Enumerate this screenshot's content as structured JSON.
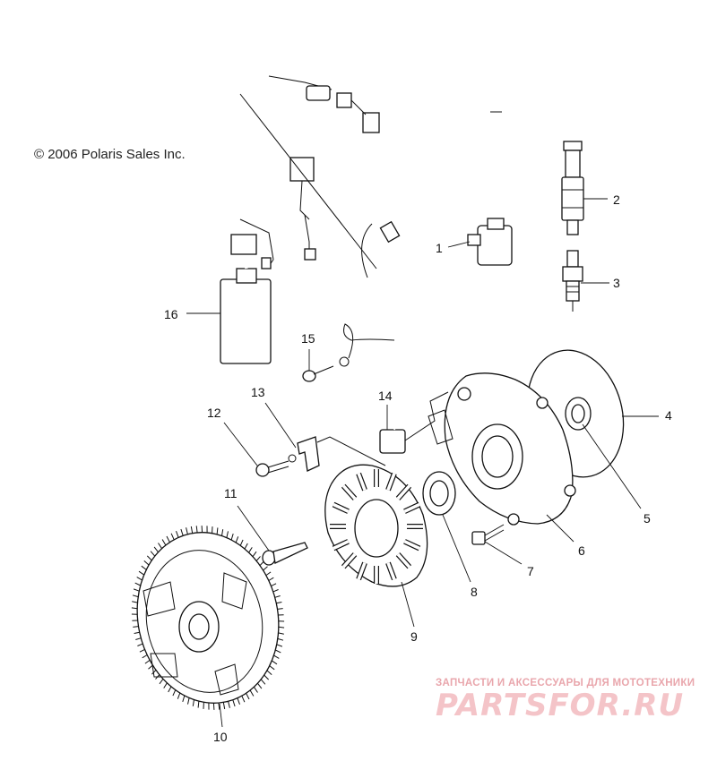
{
  "copyright": "© 2006 Polaris Sales Inc.",
  "callouts": {
    "c1": "1",
    "c2": "2",
    "c3": "3",
    "c4": "4",
    "c5": "5",
    "c6": "6",
    "c7": "7",
    "c8": "8",
    "c9": "9",
    "c10": "10",
    "c11": "11",
    "c12": "12",
    "c13": "13",
    "c14": "14",
    "c15": "15",
    "c16": "16"
  },
  "watermark": {
    "top": "ЗАПЧАСТИ И АКСЕССУАРЫ ДЛЯ МОТОТЕХНИКИ",
    "main": "PARTSFOR.RU"
  }
}
